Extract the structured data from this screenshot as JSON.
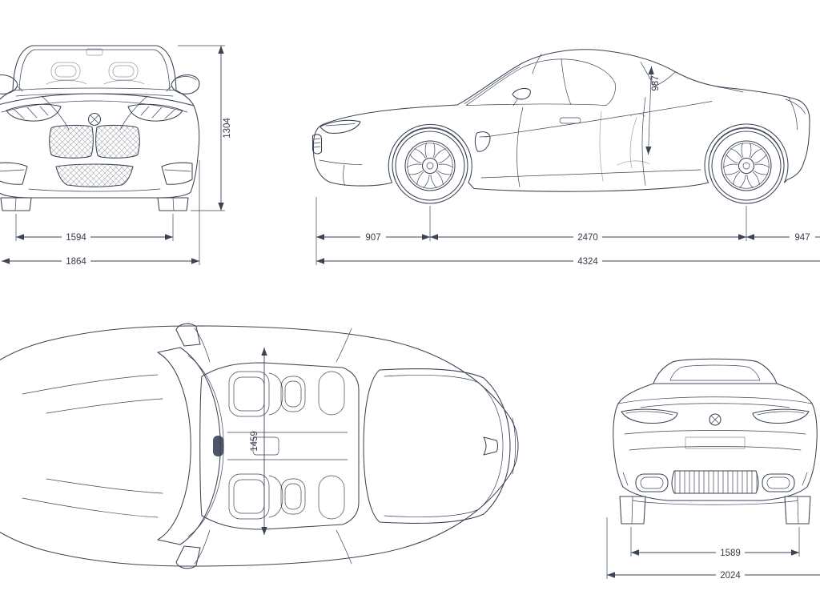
{
  "colors": {
    "line": "#3b4454",
    "background": "#ffffff"
  },
  "views": {
    "front": {
      "height_mm": "1304",
      "track_width_mm": "1594",
      "overall_width_mm": "1864"
    },
    "side": {
      "front_overhang_mm": "907",
      "wheelbase_mm": "2470",
      "rear_overhang_mm": "947",
      "overall_length_mm": "4324",
      "interior_height_mm": "987"
    },
    "top": {
      "cockpit_length_mm": "1459"
    },
    "rear": {
      "track_width_mm": "1589",
      "overall_width_mm": "2024"
    }
  }
}
